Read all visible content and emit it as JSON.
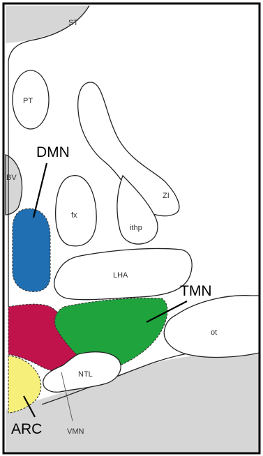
{
  "figure": {
    "atlas_labels": {
      "st": "ST",
      "pt": "PT",
      "bv": "BV",
      "fx": "fx",
      "zi": "ZI",
      "ithp": "ithp",
      "lha": "LHA",
      "ot": "ot",
      "ntl": "NTL",
      "vmn": "VMN"
    },
    "callouts": {
      "dmn": "DMN",
      "tmn": "TMN",
      "arc": "ARC"
    },
    "colors": {
      "dmn": "#1f6fb2",
      "tmn": "#1fa33c",
      "vmn": "#c0124b",
      "arc": "#f6f07a",
      "ventral_area": "#d6d6d6",
      "frame": "#000000"
    }
  }
}
